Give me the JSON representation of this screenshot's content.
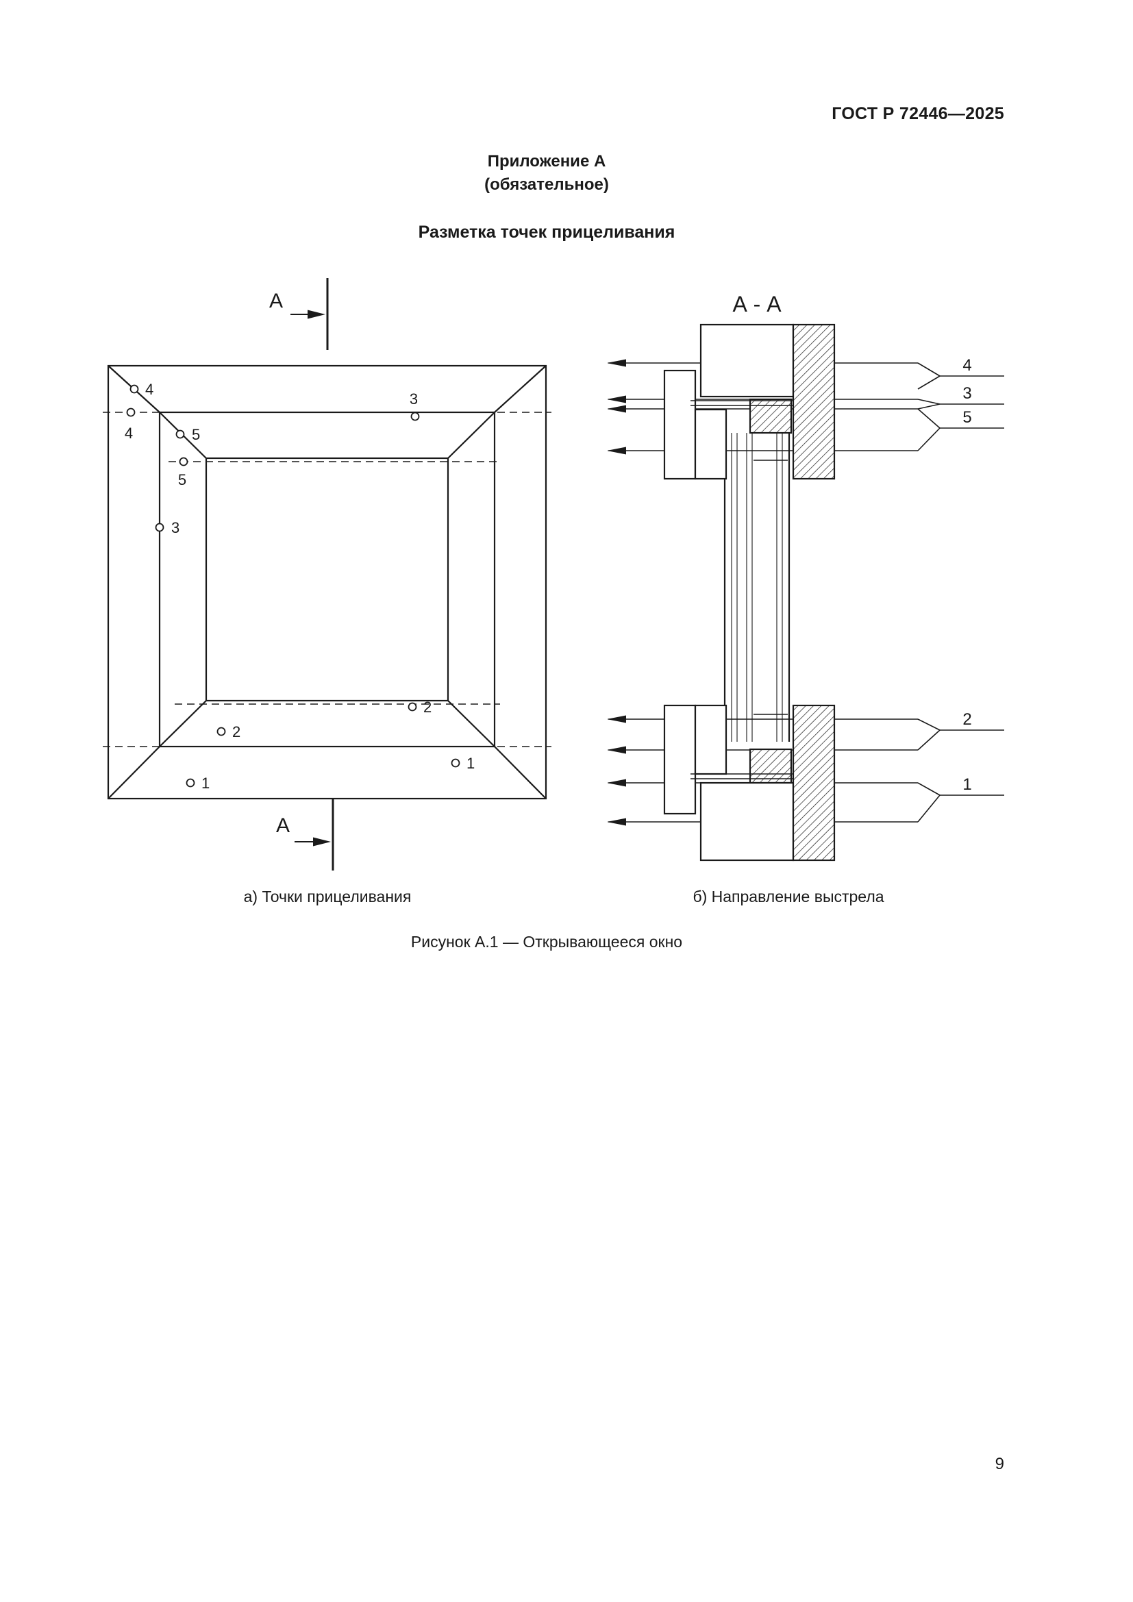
{
  "page": {
    "header": "ГОСТ Р 72446—2025",
    "number": "9"
  },
  "appendix": {
    "name": "Приложение А",
    "status": "(обязательное)",
    "title": "Разметка точек прицеливания"
  },
  "figure": {
    "subcaption_a": "а) Точки прицеливания",
    "subcaption_b": "б) Направление выстрела",
    "caption": "Рисунок А.1 — Открывающееся окно",
    "section_view_label": "А - А",
    "cut_letter": "А",
    "plan_point_labels": [
      "4",
      "4",
      "3",
      "5",
      "5",
      "3",
      "2",
      "2",
      "1",
      "1"
    ],
    "callout_labels": [
      "4",
      "3",
      "5",
      "2",
      "1"
    ]
  }
}
